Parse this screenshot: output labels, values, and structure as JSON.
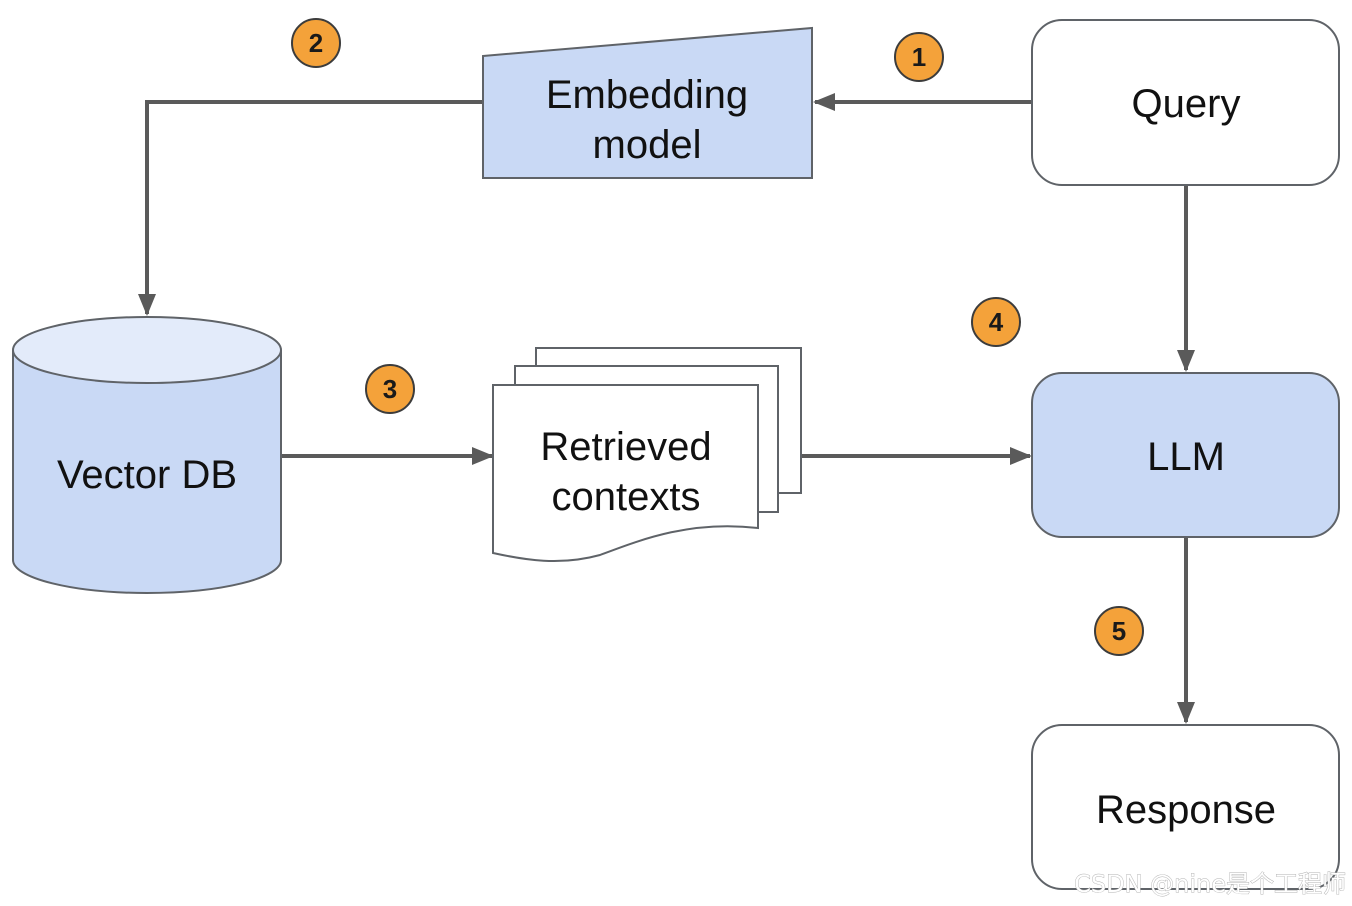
{
  "nodes": {
    "query": {
      "label": "Query"
    },
    "embedding_model": {
      "label_line1": "Embedding",
      "label_line2": "model"
    },
    "vector_db": {
      "label": "Vector DB"
    },
    "retrieved_contexts": {
      "label_line1": "Retrieved",
      "label_line2": "contexts"
    },
    "llm": {
      "label": "LLM"
    },
    "response": {
      "label": "Response"
    }
  },
  "steps": [
    "1",
    "2",
    "3",
    "4",
    "5"
  ],
  "watermark": "CSDN @nine是个工程师",
  "colors": {
    "node_fill_blue": "#c9d9f5",
    "node_fill_white": "#ffffff",
    "node_stroke": "#5f6368",
    "arrow": "#5a5a5a",
    "badge_fill": "#f4a23a",
    "badge_stroke": "#3c3c3c"
  }
}
